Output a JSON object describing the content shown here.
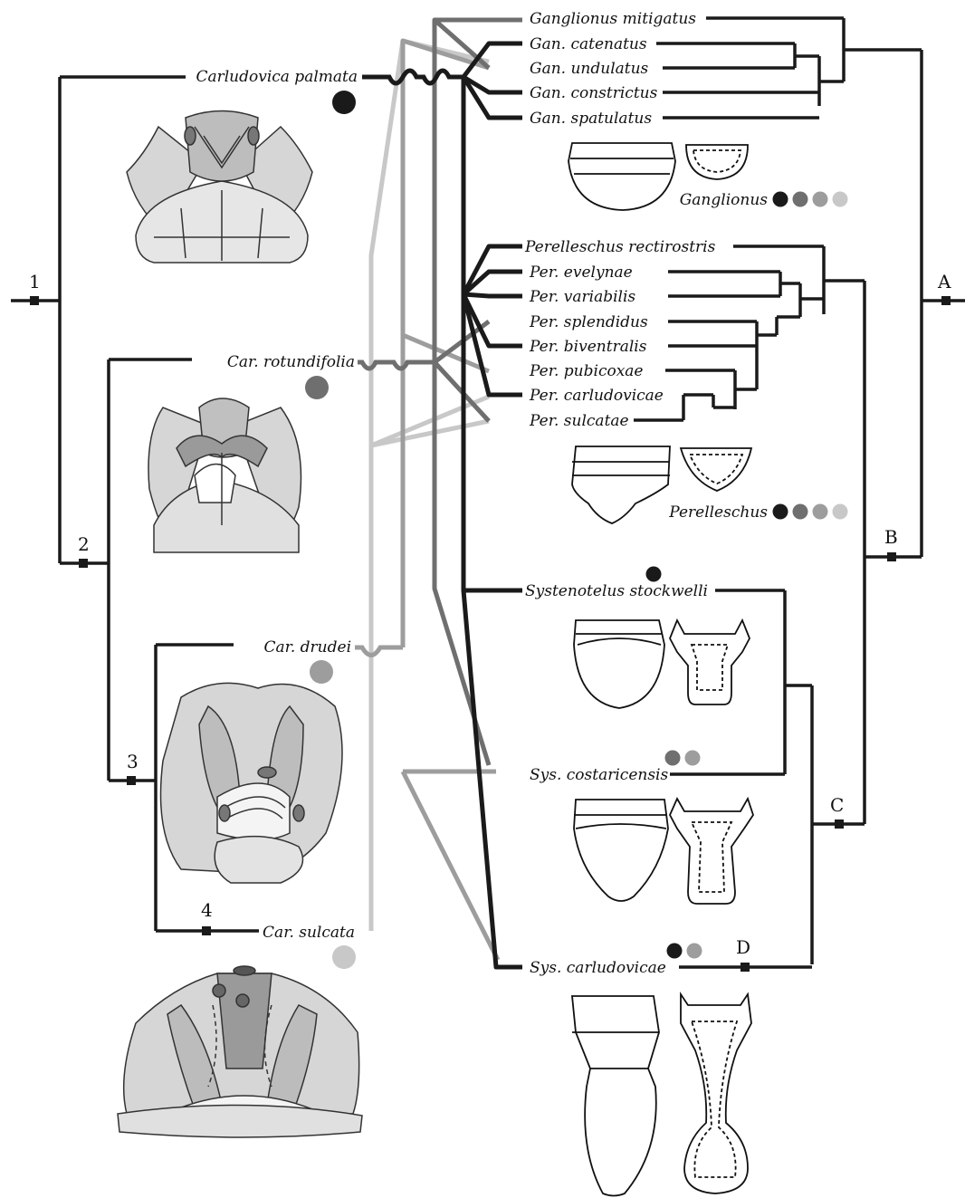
{
  "colors": {
    "black": "#1a1a1a",
    "dark_gray": "#6f6f6f",
    "mid_gray": "#9d9d9d",
    "light_gray": "#c8c8c8",
    "flower_fill": "#dcdcdc",
    "flower_dark": "#8a8a8a"
  },
  "node_labels": {
    "n1": "1",
    "n2": "2",
    "n3": "3",
    "n4": "4",
    "nA": "A",
    "nB": "B",
    "nC": "C",
    "nD": "D"
  },
  "plants": {
    "palmata": "Carludovica palmata",
    "rotundifolia": "Car. rotundifolia",
    "drudei": "Car. drudei",
    "sulcata": "Car. sulcata"
  },
  "ganglionus": {
    "species": [
      "Ganglionus mitigatus",
      "Gan. catenatus",
      "Gan. undulatus",
      "Gan. constrictus",
      "Gan. spatulatus"
    ],
    "genus_label": "Ganglionus"
  },
  "perelleschus": {
    "species": [
      "Perelleschus rectirostris",
      "Per. evelynae",
      "Per. variabilis",
      "Per. splendidus",
      "Per. biventralis",
      "Per. pubicoxae",
      "Per. carludovicae",
      "Per. sulcatae"
    ],
    "genus_label": "Perelleschus"
  },
  "systenotelus": {
    "species": [
      "Systenotelus stockwelli",
      "Sys. costaricensis",
      "Sys. carludovicae"
    ]
  },
  "icons": {
    "flower": "inflorescence-illustration",
    "sternite": "abdominal-sternite-outline",
    "rostrum": "rostrum-outline",
    "host_dot": "host-color-dot",
    "node_marker": "square-node-marker"
  }
}
